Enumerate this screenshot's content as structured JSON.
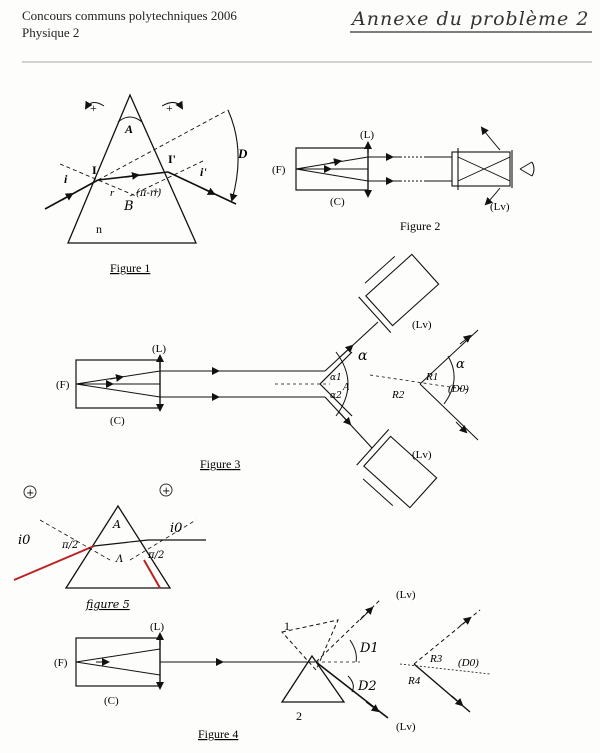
{
  "header": {
    "line1": "Concours communs polytechniques 2006",
    "line2": "Physique 2",
    "annex": "Annexe du problème 2"
  },
  "figure1": {
    "caption": "Figure 1",
    "apex": "A",
    "plus_left": "+",
    "plus_right": "+",
    "point_in": "I",
    "point_out": "I'",
    "angle_i": "i",
    "angle_i_prime": "i'",
    "angle_r": "r",
    "angle_r_prime": "r'",
    "deviation": "D",
    "index": "n",
    "note_B": "B",
    "note_pi_r": "(π-r')"
  },
  "figure2": {
    "caption": "Figure 2",
    "label_F": "(F)",
    "label_L": "(L)",
    "label_C": "(C)",
    "label_Lv": "(Lv)"
  },
  "figure3": {
    "caption": "Figure 3",
    "label_F": "(F)",
    "label_L": "(L)",
    "label_C": "(C)",
    "label_Lv_top": "(Lv)",
    "label_Lv_bottom": "(Lv)",
    "apex": "A",
    "alpha": "α",
    "alpha1": "α1",
    "alpha2": "α2",
    "alpha_right": "α",
    "R1": "R1",
    "R2": "R2",
    "D0": "(D0)"
  },
  "figure5": {
    "caption": "figure 5",
    "plus_left": "+",
    "plus_right": "+",
    "apex": "A",
    "i0_left": "i0",
    "i0_right": "i0",
    "pi2_left": "π/2",
    "pi2_right": "π/2",
    "lambda": "Λ"
  },
  "figure4": {
    "caption": "Figure 4",
    "label_F": "(F)",
    "label_L": "(L)",
    "label_C": "(C)",
    "label_Lv_top": "(Lv)",
    "label_Lv_bottom": "(Lv)",
    "prism1": "1",
    "prism2": "2",
    "D1": "D1",
    "D2": "D2",
    "R3": "R3",
    "R4": "R4",
    "D0": "(D0)"
  }
}
